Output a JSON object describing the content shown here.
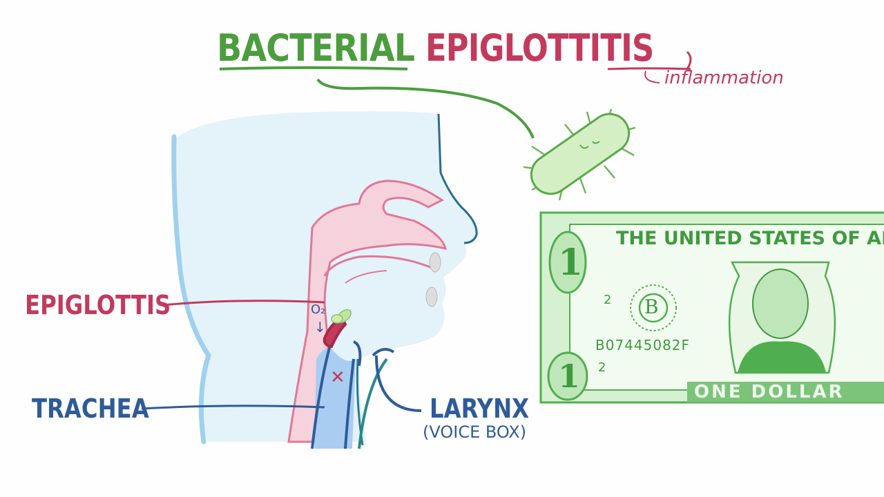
{
  "title": {
    "word1": "BACTERIAL",
    "word2": "EPIGLOTTITIS",
    "suffix_note": "inflammation"
  },
  "labels": {
    "epiglottis": "EPIGLOTTIS",
    "trachea": "TRACHEA",
    "larynx": "LARYNX",
    "larynx_sub": "(VOICE BOX)",
    "oxygen": "O₂",
    "arrow": "↓",
    "blocked": "✕"
  },
  "dollar": {
    "header": "THE UNITED STATES OF AM",
    "denomination": "1",
    "seal_letter": "B",
    "plate_number": "2",
    "serial": "B07445082F",
    "footer": "ONE DOLLAR"
  },
  "colors": {
    "green": "#4c9d3e",
    "red": "#c23a5c",
    "blue": "#2f5c98",
    "dollar_green": "#4fae4f",
    "dollar_fill": "#d6f0d2",
    "skin": "#e4f2fa",
    "throat_pink": "#f6d3dc"
  }
}
